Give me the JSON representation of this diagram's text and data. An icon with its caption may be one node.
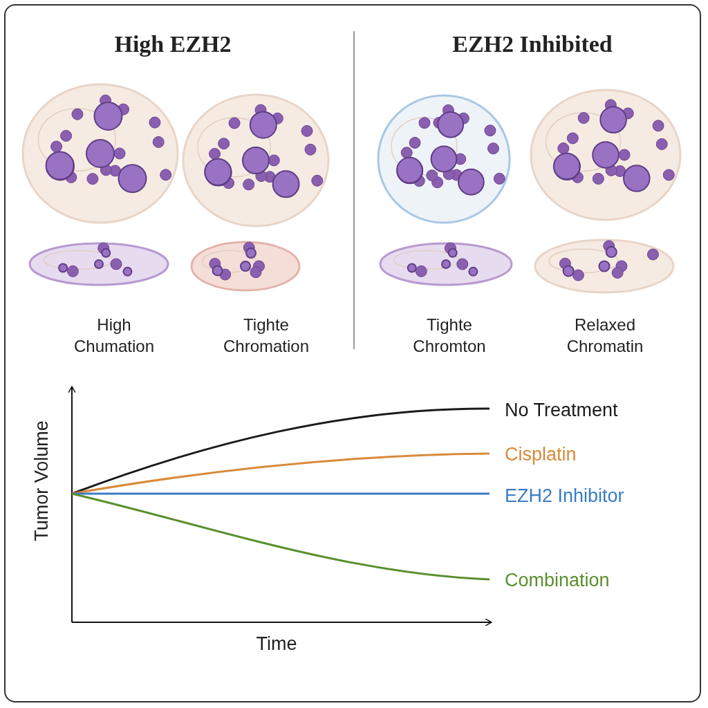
{
  "diagram": {
    "labels": [
      "High EZH2",
      "EZH2 Inhibited",
      "High Chumation",
      "Tighte Chromation",
      "Tighte Chromton",
      "Relaxed Chromatin",
      "Tumor Volume",
      "Time",
      "No Treatment",
      "Cisplatin",
      "EZH2 Inhibitor",
      "Combination"
    ]
  }
}
